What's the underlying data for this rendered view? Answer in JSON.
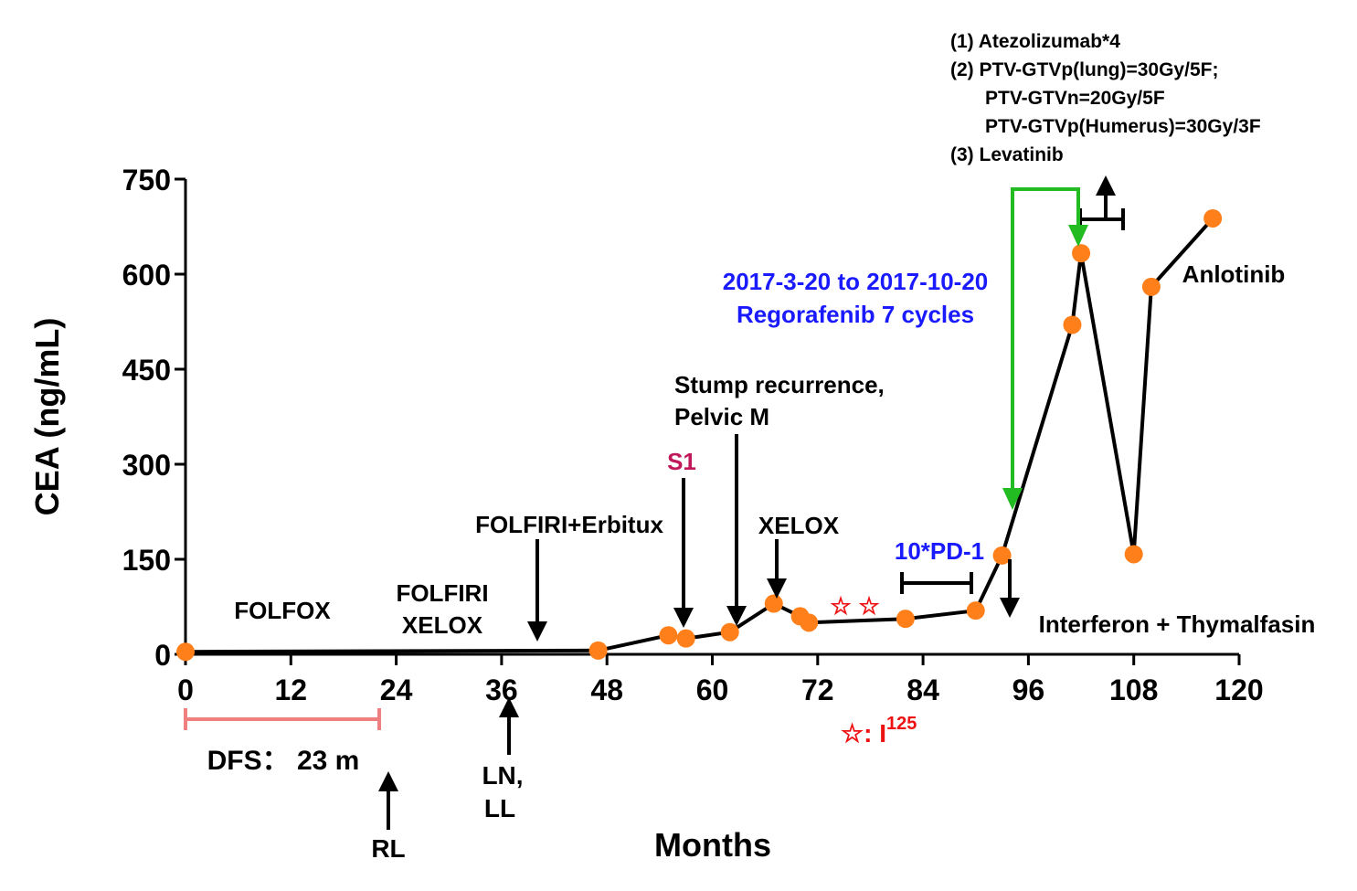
{
  "chart_data": {
    "type": "line",
    "xlabel": "Months",
    "ylabel": "CEA (ng/mL)",
    "xlim": [
      0,
      120
    ],
    "ylim": [
      0,
      750
    ],
    "x_ticks": [
      "0",
      "12",
      "24",
      "36",
      "48",
      "60",
      "72",
      "84",
      "96",
      "108",
      "120"
    ],
    "y_ticks": [
      "0",
      "150",
      "300",
      "450",
      "600",
      "750"
    ],
    "grid": false,
    "series": [
      {
        "x": [
          0,
          47,
          55,
          57,
          62,
          67,
          70,
          71,
          82,
          90,
          93,
          101,
          102,
          108,
          110,
          117
        ],
        "y": [
          4,
          6,
          30,
          25,
          35,
          80,
          60,
          50,
          56,
          69,
          156,
          520,
          633,
          158,
          580,
          688
        ]
      }
    ],
    "annotations": {
      "folfox": "FOLFOX",
      "folfiri": "FOLFIRI",
      "xelox_1": "XELOX",
      "folfiri_erbitux": "FOLFIRI+Erbitux",
      "s1": "S1",
      "stump_line1": "Stump recurrence,",
      "stump_line2": "Pelvic M",
      "xelox_2": "XELOX",
      "pd1": "10*PD-1",
      "regorafenib_line1": "2017-3-20 to 2017-10-20",
      "regorafenib_line2": "Regorafenib 7 cycles",
      "anlotinib": "Anlotinib",
      "interferon": "Interferon + Thymalfasin",
      "treat_1": "(1) Atezolizumab*4",
      "treat_2": "(2) PTV-GTVp(lung)=30Gy/5F;",
      "treat_3": "PTV-GTVn=20Gy/5F",
      "treat_4": "PTV-GTVp(Humerus)=30Gy/3F",
      "treat_5": "(3) Levatinib",
      "dfs": "DFS： 23 m",
      "rl": "RL",
      "ln": "LN,",
      "ll": "LL",
      "i125_prefix": "☆: I",
      "i125_sup": "125",
      "star_mark": "☆"
    }
  },
  "colors": {
    "line": "#000000",
    "marker": "#ff7f1a",
    "dfs_bar": "#f08080",
    "green_arrow": "#22bb22",
    "blue_text": "#1a1aff",
    "magenta_text": "#c0185a",
    "red_text": "#ee1111"
  }
}
